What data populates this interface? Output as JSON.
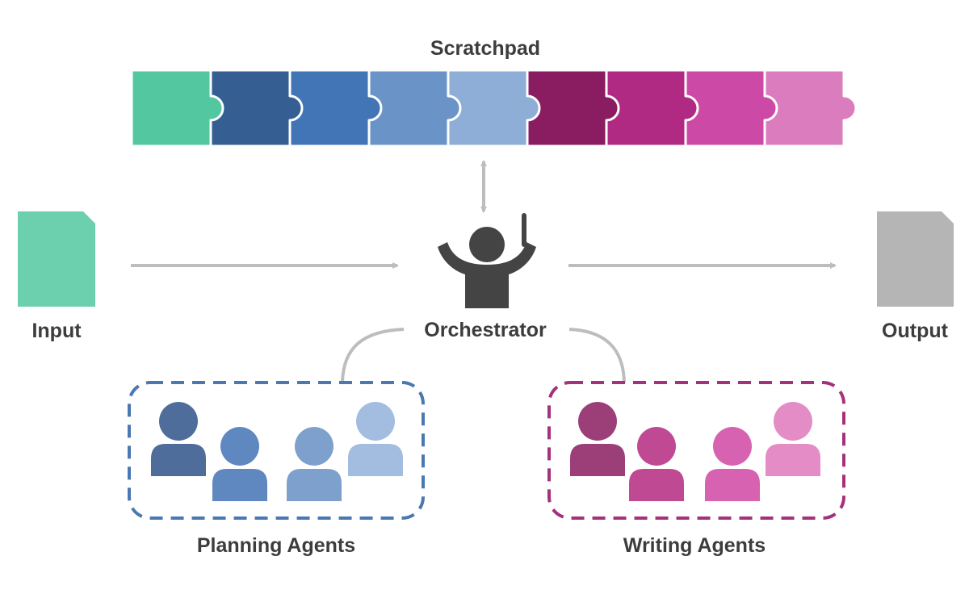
{
  "scratchpad": {
    "title": "Scratchpad",
    "piece_colors": [
      "#52c7a0",
      "#355f92",
      "#4275b6",
      "#6a93c7",
      "#8eaed8",
      "#8a1c62",
      "#b02a84",
      "#cc4aa5",
      "#db7cbe"
    ]
  },
  "input": {
    "label": "Input",
    "color": "#6ccfae",
    "icon": "document-icon"
  },
  "output": {
    "label": "Output",
    "color": "#b5b5b5",
    "icon": "document-icon"
  },
  "orchestrator": {
    "label": "Orchestrator",
    "color": "#444444",
    "icon": "conductor-icon"
  },
  "planning_agents": {
    "label": "Planning Agents",
    "border_color": "#4a78b0",
    "agent_colors": [
      "#4f6d9b",
      "#5f87c0",
      "#7ea0cc",
      "#a3bde0"
    ]
  },
  "writing_agents": {
    "label": "Writing Agents",
    "border_color": "#a4317b",
    "agent_colors": [
      "#9c3f79",
      "#bf4a93",
      "#d762b2",
      "#e38cc6"
    ]
  },
  "connector_color": "#bdbdbd"
}
